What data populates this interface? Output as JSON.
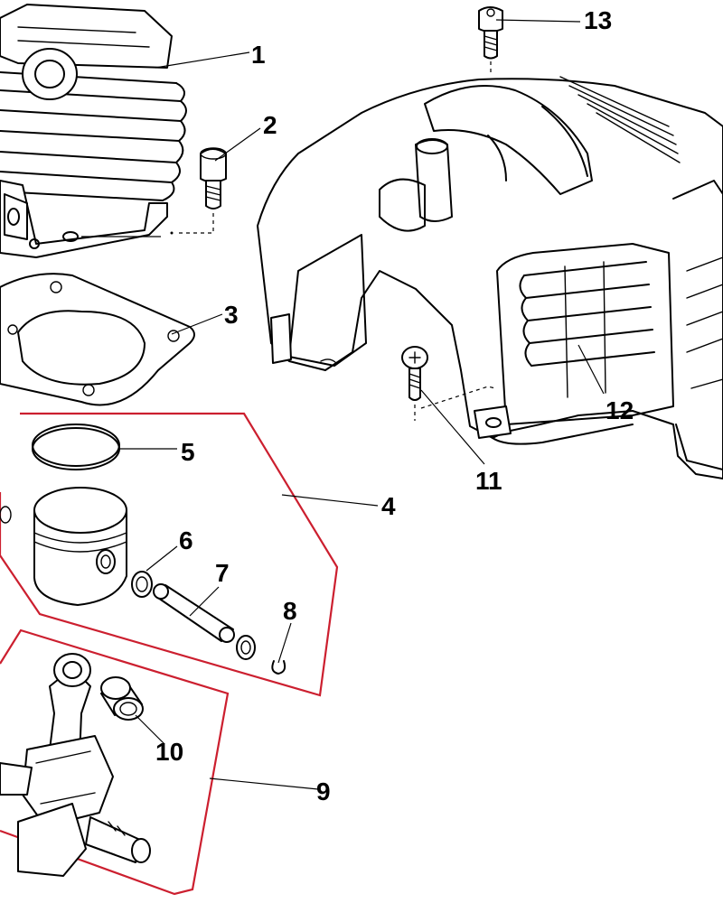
{
  "diagram": {
    "group_outline_color": "#cc1f2f",
    "line_color": "#000000",
    "callouts": [
      {
        "id": "c1",
        "label": "1"
      },
      {
        "id": "c2",
        "label": "2"
      },
      {
        "id": "c3",
        "label": "3"
      },
      {
        "id": "c4",
        "label": "4"
      },
      {
        "id": "c5",
        "label": "5"
      },
      {
        "id": "c6",
        "label": "6"
      },
      {
        "id": "c7",
        "label": "7"
      },
      {
        "id": "c8",
        "label": "8"
      },
      {
        "id": "c9",
        "label": "9"
      },
      {
        "id": "c10",
        "label": "10"
      },
      {
        "id": "c11",
        "label": "11"
      },
      {
        "id": "c12",
        "label": "12"
      },
      {
        "id": "c13",
        "label": "13"
      }
    ]
  }
}
